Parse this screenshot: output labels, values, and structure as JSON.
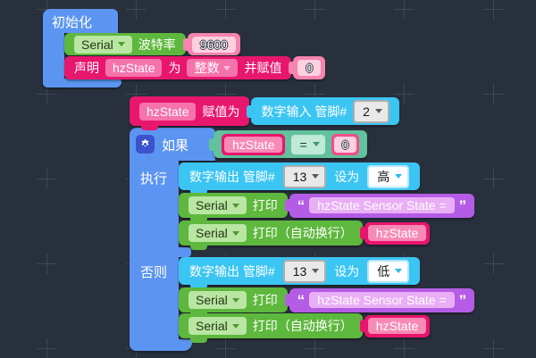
{
  "palette": {
    "workspace_bg": "#29303d",
    "grid_cross": "#3d4755",
    "block_blue": "#5c95f1",
    "block_green": "#5eb83e",
    "block_magenta": "#e8176e",
    "block_cyan": "#3bc5f3",
    "block_teal": "#61c29d",
    "block_purple": "#b55ce6",
    "value_pink": "#f584af"
  },
  "init_block": {
    "title": "初始化",
    "serial_row": {
      "serial": "Serial",
      "baud_label": "波特率",
      "baud_value": "9600"
    },
    "declare_row": {
      "declare_label": "声明",
      "var_name": "hzState",
      "as_label": "为",
      "type_value": "整数",
      "assign_label": "并赋值",
      "init_value": "0"
    }
  },
  "assign_block": {
    "var_name": "hzState",
    "assign_label": "赋值为"
  },
  "digital_input_block": {
    "label": "数字输入 管脚#",
    "pin": "2"
  },
  "if_block": {
    "if_label": "如果",
    "condition": {
      "var_name": "hzState",
      "operator": "=",
      "value": "0"
    },
    "do_label": "执行",
    "do": {
      "digital_output": {
        "label": "数字输出 管脚#",
        "pin": "13",
        "set_label": "设为",
        "level": "高"
      },
      "print_string": {
        "serial": "Serial",
        "print_label": "打印",
        "quote_open": "“",
        "text": "hzState Sensor State = ",
        "quote_close": "”"
      },
      "print_var": {
        "serial": "Serial",
        "print_label": "打印（自动换行）",
        "var_name": "hzState"
      }
    },
    "else_label": "否则",
    "else": {
      "digital_output": {
        "label": "数字输出 管脚#",
        "pin": "13",
        "set_label": "设为",
        "level": "低"
      },
      "print_string": {
        "serial": "Serial",
        "print_label": "打印",
        "quote_open": "“",
        "text": "hzState Sensor State = ",
        "quote_close": "”"
      },
      "print_var": {
        "serial": "Serial",
        "print_label": "打印（自动换行）",
        "var_name": "hzState"
      }
    }
  }
}
